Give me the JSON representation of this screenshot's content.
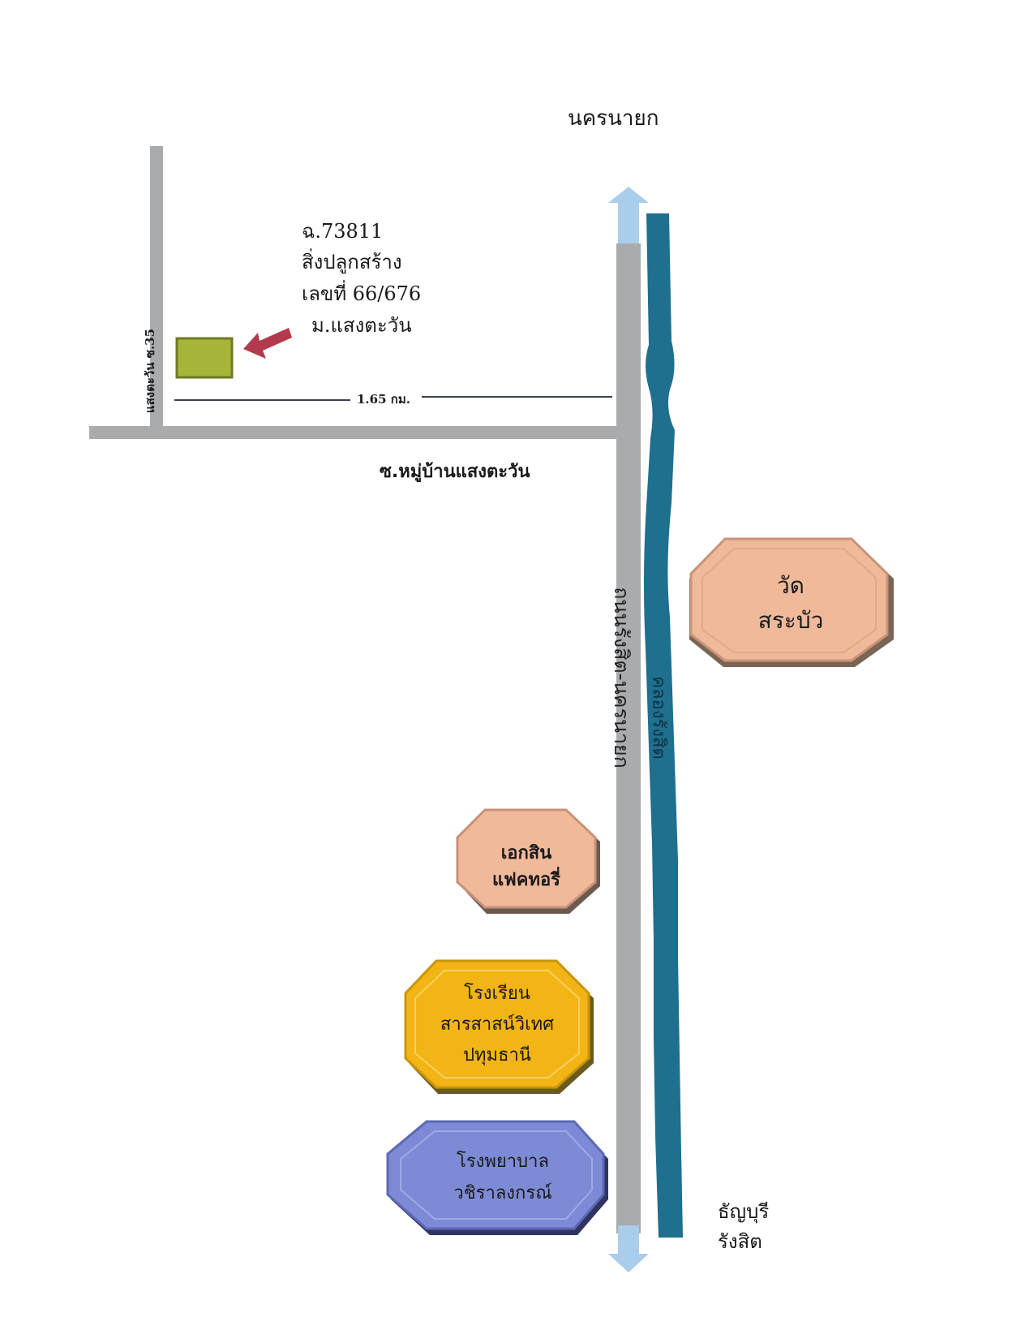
{
  "labels": {
    "north_destination": "นครนายก",
    "south_destination_line1": "ธัญบุรี",
    "south_destination_line2": "รังสิต",
    "property_line1": "ฉ.73811",
    "property_line2": "สิ่งปลูกสร้าง",
    "property_line3": "เลขที่ 66/676",
    "property_line4": "ม.แสงตะวัน",
    "distance": "1.65 กม.",
    "side_soi": "แสงตะวัน ซ.35",
    "village_soi": "ซ.หมู่บ้านแสงตะวัน",
    "main_road": "ถนนรังสิต-นครนายก",
    "canal": "คลองรังสิต"
  },
  "landmarks": {
    "temple_line1": "วัด",
    "temple_line2": "สระบัว",
    "factory_line1": "เอกสิน",
    "factory_line2": "แฟคทอรี่",
    "school_line1": "โรงเรียน",
    "school_line2": "สารสาสน์วิเทศ",
    "school_line3": "ปทุมธานี",
    "hospital_line1": "โรงพยาบาล",
    "hospital_line2": "วชิราลงกรณ์"
  },
  "colors": {
    "road": "#a9abad",
    "canal": "#1f6f8f",
    "property": "#a7b53a",
    "arrow": "#b23a4c",
    "temple": "#f0b99a",
    "factory": "#f0b99a",
    "school": "#f2b515",
    "hospital": "#7d8bd6",
    "road_end_arrow": "#a9cdea"
  },
  "icons": {
    "property_marker": "green-rectangle",
    "pointer": "red-arrow",
    "road_ends": "double-arrow"
  }
}
